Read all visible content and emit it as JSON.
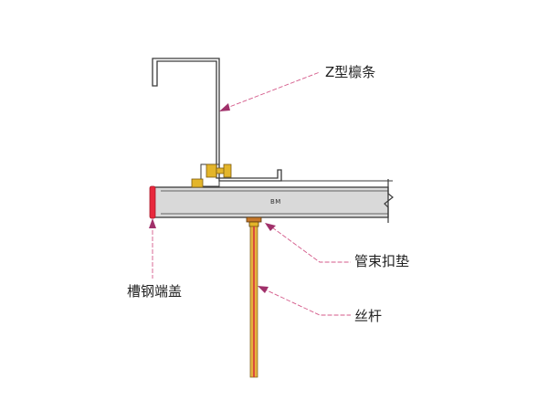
{
  "labels": {
    "z_purlin": "Z型檩条",
    "clamp_washer": "管束扣垫",
    "channel_end_cap": "槽钢端盖",
    "threaded_rod": "丝杆",
    "beam_mark": "BM"
  },
  "colors": {
    "outline": "#3a3a3a",
    "channel_fill": "#d9d9d9",
    "end_cap": "#e8283c",
    "leader": "#d45a8a",
    "rod": "#e6b040",
    "rod_stripe": "#d8323c",
    "washer": "#c8782a",
    "bolt": "#e3b52a"
  }
}
